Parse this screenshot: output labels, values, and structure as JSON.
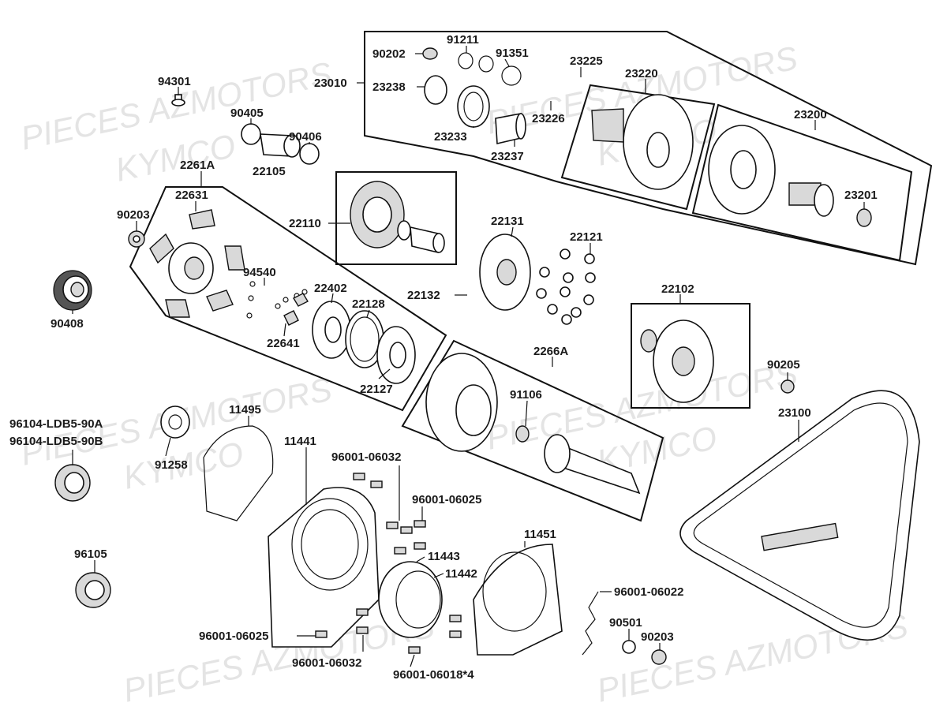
{
  "watermark": {
    "line1": "PIECES AZMOTORS",
    "line2": "KYMCO"
  },
  "parts": {
    "p94301": "94301",
    "p90405": "90405",
    "p90406": "90406",
    "p22105": "22105",
    "p2261A": "2261A",
    "p22631": "22631",
    "p90203a": "90203",
    "p90408": "90408",
    "p94540": "94540",
    "p22402": "22402",
    "p22128": "22128",
    "p22641": "22641",
    "p22127": "22127",
    "p22110": "22110",
    "p22131": "22131",
    "p22121": "22121",
    "p22132": "22132",
    "p23010": "23010",
    "p90202": "90202",
    "p91211": "91211",
    "p91351": "91351",
    "p23225": "23225",
    "p23238": "23238",
    "p23233": "23233",
    "p23237": "23237",
    "p23226": "23226",
    "p23220": "23220",
    "p23200": "23200",
    "p23201": "23201",
    "p22102": "22102",
    "p2266A": "2266A",
    "p91106": "91106",
    "p90205": "90205",
    "p23100": "23100",
    "p96104a": "96104-LDB5-90A",
    "p96104b": "96104-LDB5-90B",
    "p91258": "91258",
    "p11495": "11495",
    "p11441": "11441",
    "p96001_06032a": "96001-06032",
    "p96001_06025a": "96001-06025",
    "p11443": "11443",
    "p11442": "11442",
    "p11451": "11451",
    "p96105": "96105",
    "p96001_06022": "96001-06022",
    "p90501": "90501",
    "p90203b": "90203",
    "p96001_06025b": "96001-06025",
    "p96001_06032b": "96001-06032",
    "p96001_06018": "96001-06018*4"
  }
}
